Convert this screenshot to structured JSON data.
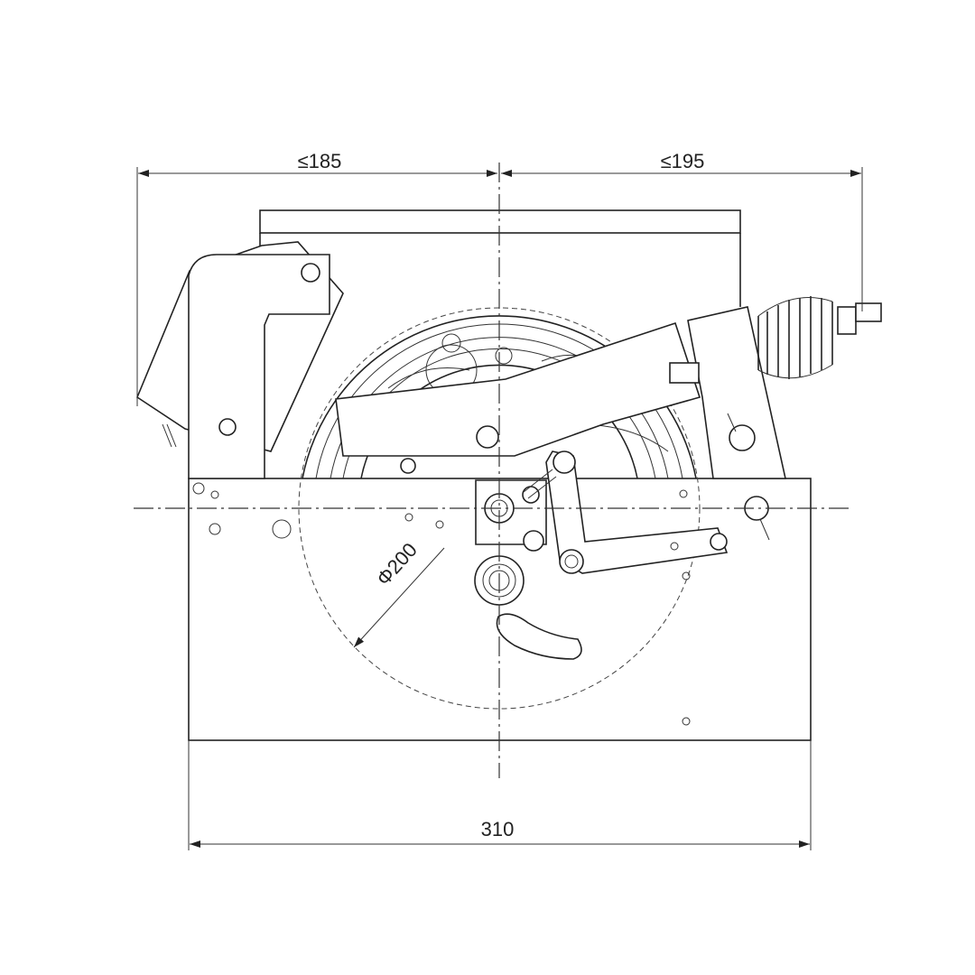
{
  "drawing": {
    "dimensions": {
      "left_top": "≤185",
      "right_top": "≤195",
      "diameter": "Φ200",
      "bottom_width": "310"
    }
  }
}
